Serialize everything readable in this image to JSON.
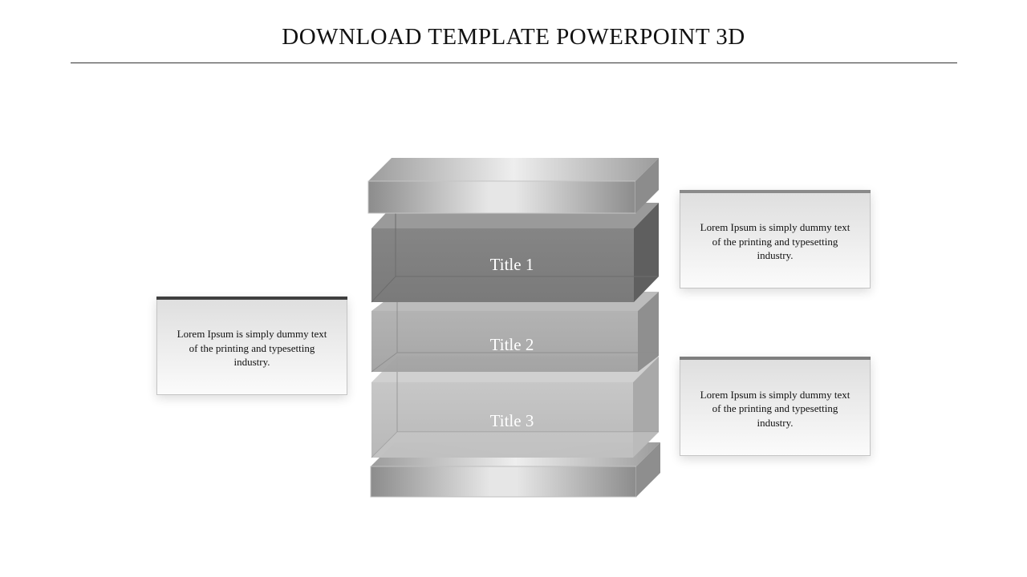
{
  "slide": {
    "title": "DOWNLOAD TEMPLATE POWERPOINT 3D"
  },
  "tiers": [
    {
      "label": "Title 1"
    },
    {
      "label": "Title 2"
    },
    {
      "label": "Title 3"
    }
  ],
  "notes": [
    {
      "text": "Lorem Ipsum is simply dummy text of the printing and typesetting industry.",
      "accent": "#3f3f3f"
    },
    {
      "text": "Lorem Ipsum is simply dummy text of the printing and typesetting industry.",
      "accent": "#8a8a8a"
    },
    {
      "text": "Lorem Ipsum is simply dummy text of the printing and typesetting industry.",
      "accent": "#7e7e7e"
    }
  ],
  "colors": {
    "tier1": "#7d7d7d",
    "tier2": "#a6a6a6",
    "tier3": "#bcbcbc",
    "slab": "#a9a9a9"
  }
}
